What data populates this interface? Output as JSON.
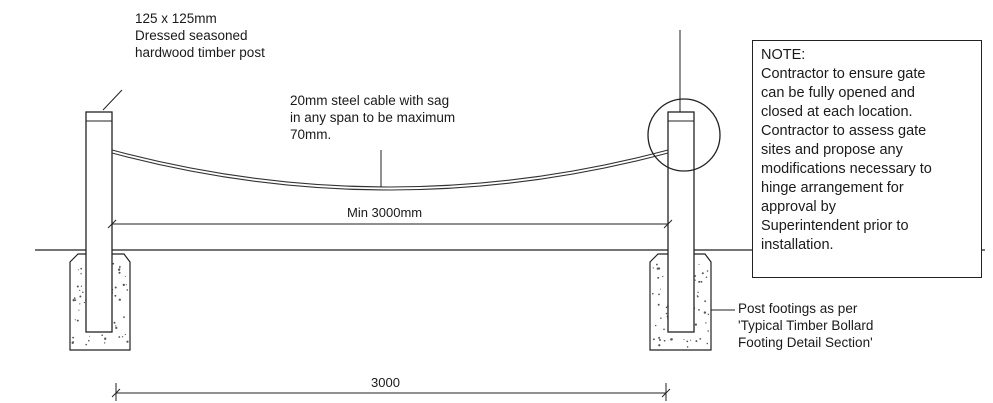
{
  "labels": {
    "post_spec": [
      "125 x 125mm",
      "Dressed seasoned",
      "hardwood timber post"
    ],
    "cable_spec": [
      "20mm steel cable with sag",
      "in any span to be maximum",
      "70mm."
    ],
    "min_span": "Min 3000mm",
    "overall_span": "3000",
    "footing_note": [
      "Post footings as per",
      "'Typical Timber Bollard",
      "Footing Detail Section'"
    ]
  },
  "note": {
    "title": "NOTE:",
    "lines": [
      "Contractor to ensure gate",
      "can be fully opened and",
      "closed at each location.",
      "Contractor to assess gate",
      "sites and propose any",
      "modifications necessary to",
      "hinge arrangement for",
      "approval by",
      "Superintendent prior to",
      "installation."
    ]
  }
}
